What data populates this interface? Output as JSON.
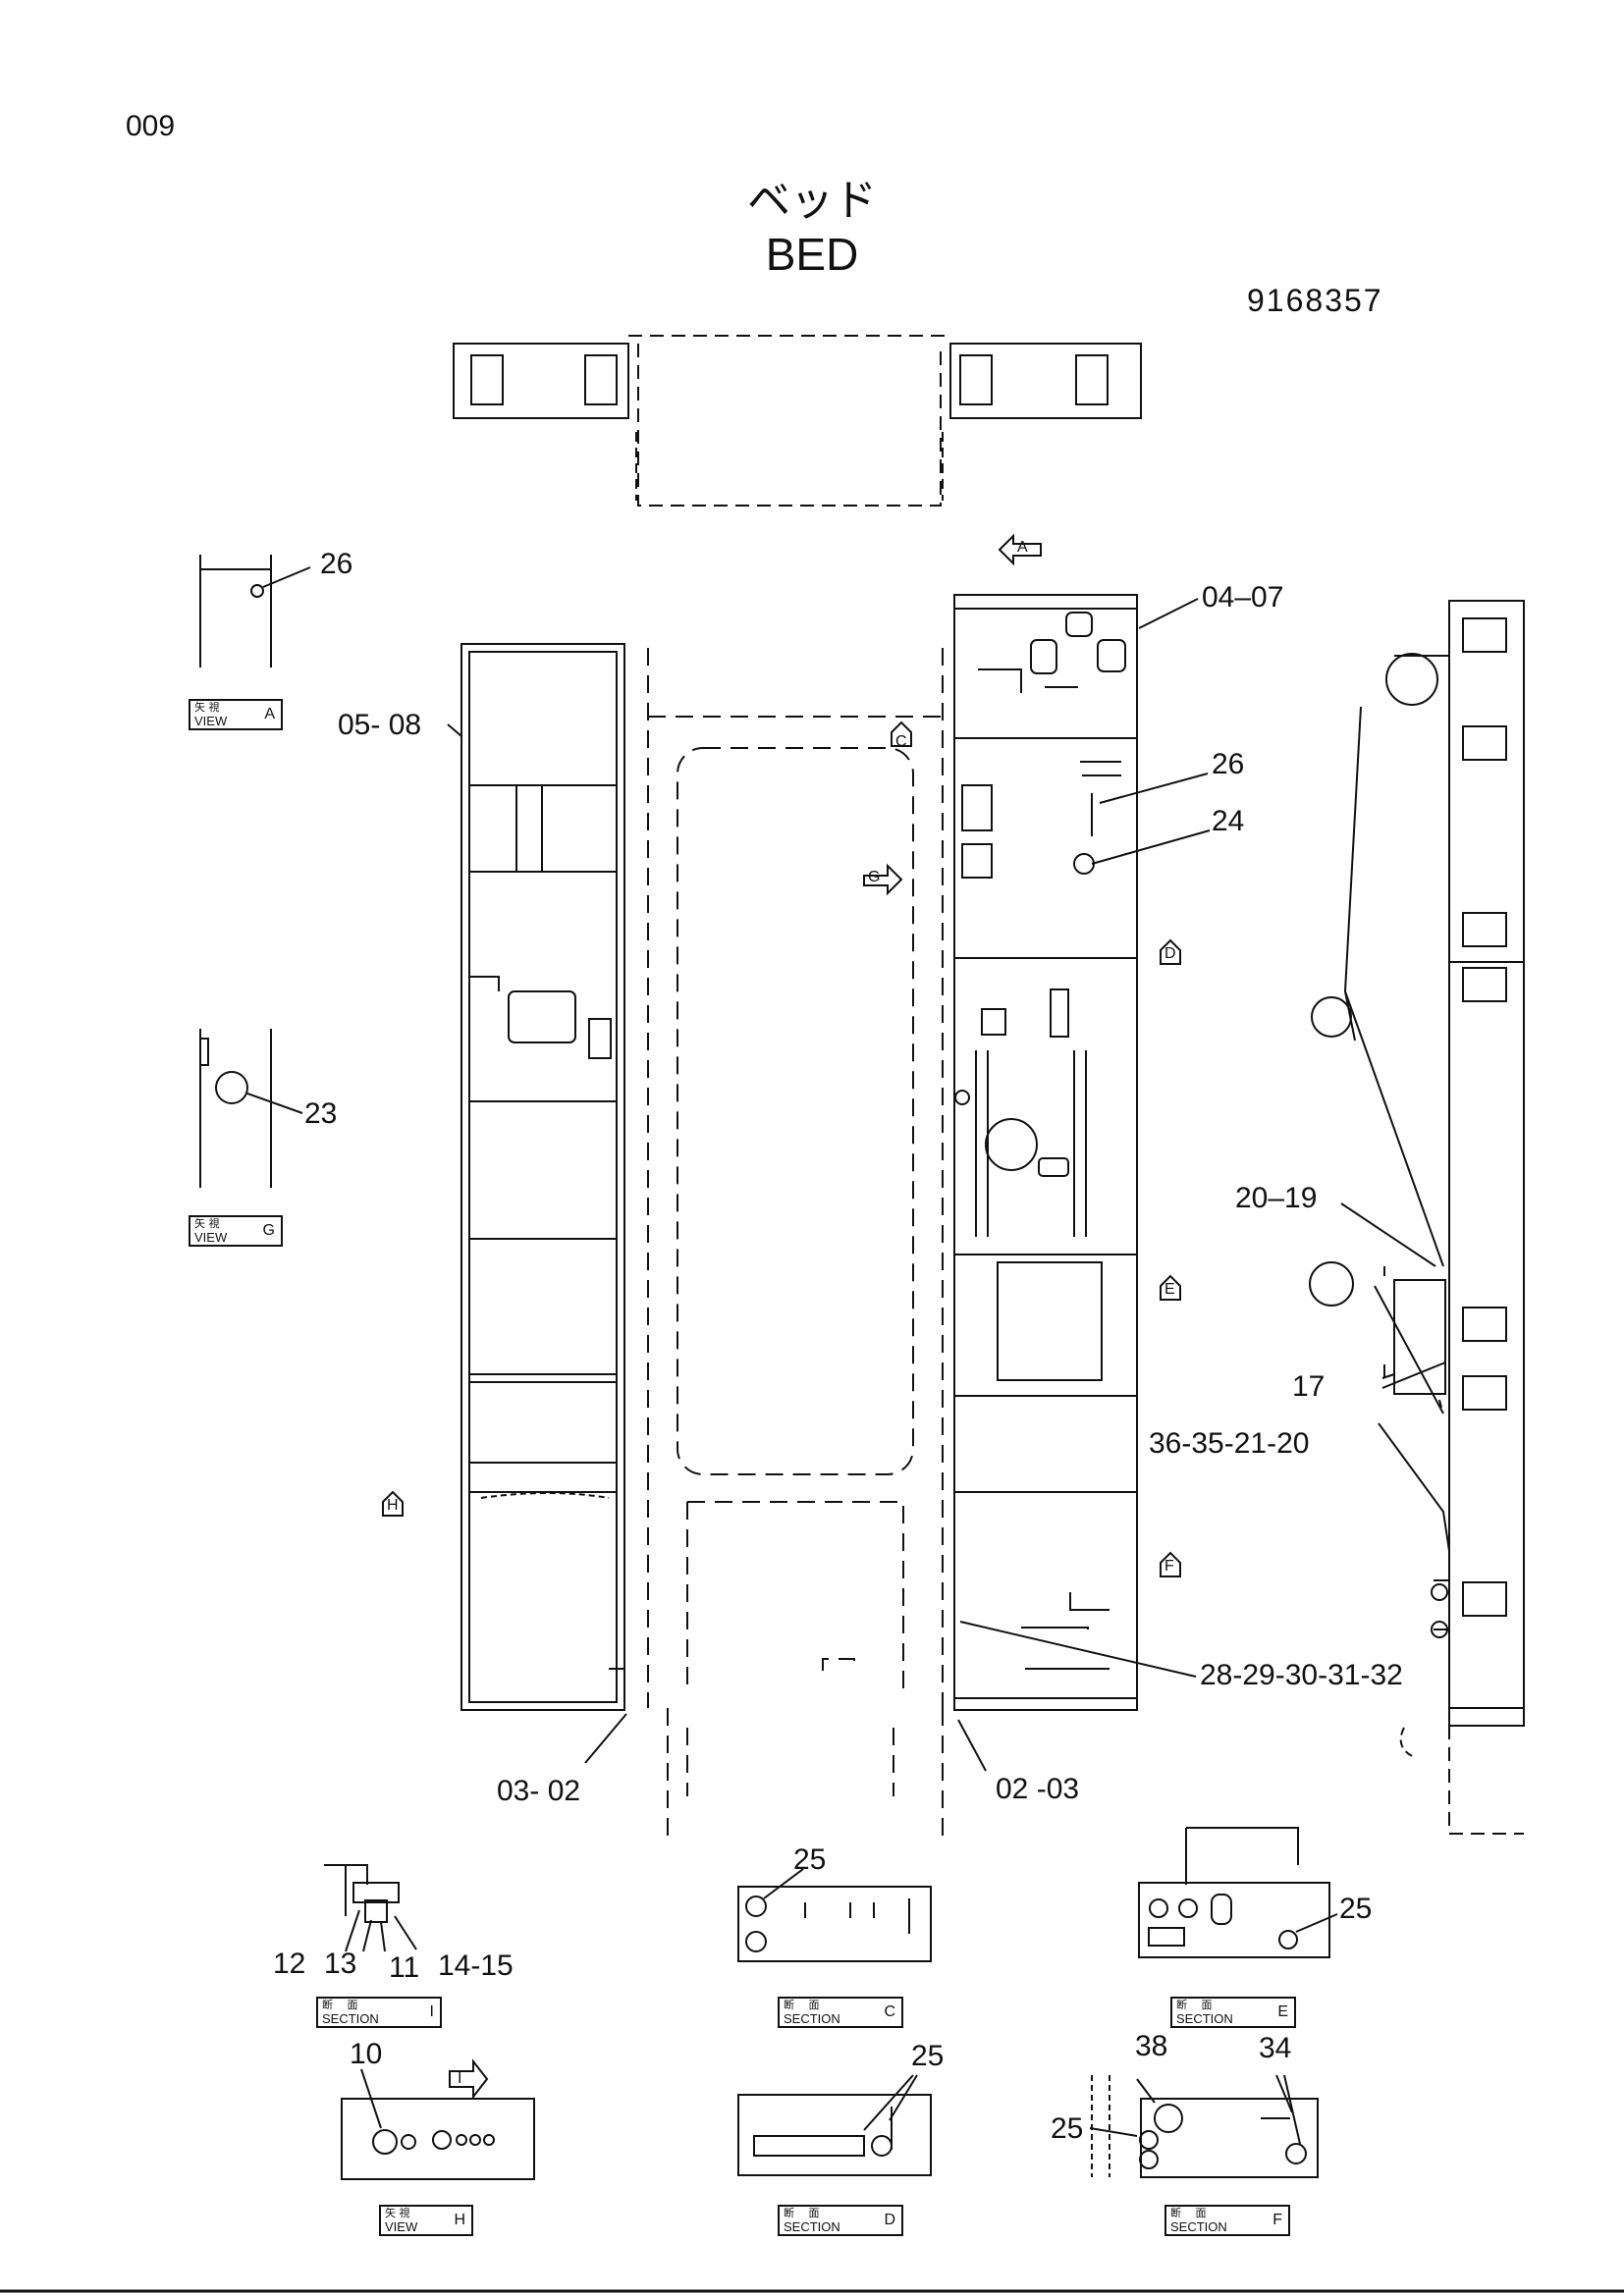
{
  "header": {
    "page_code": "009",
    "title_jp": "ベッド",
    "title_en": "BED",
    "drawing_number": "9168357"
  },
  "callouts": {
    "c26_view_a": "26",
    "c23": "23",
    "c05_08": "05- 08",
    "c04_07": "04–07",
    "c26_main": "26",
    "c24": "24",
    "c20_19": "20–19",
    "c17": "17",
    "c36_35_21_20": "36-35-21-20",
    "c28_32": "28-29-30-31-32",
    "c03_02": "03- 02",
    "c02_03": "02 -03",
    "c25_c": "25",
    "c25_e": "25",
    "c12": "12",
    "c13": "13",
    "c11": "11",
    "c14_15": "14-15",
    "c10": "10",
    "c25_d": "25",
    "c38": "38",
    "c34": "34",
    "c25_f": "25"
  },
  "view_markers": {
    "a": "A",
    "c": "C",
    "g": "G",
    "d": "D",
    "e": "E",
    "h": "H",
    "f": "F",
    "i": "I"
  },
  "view_tags": {
    "view_a": {
      "jp": "矢 視",
      "en": "VIEW",
      "letter": "A"
    },
    "view_g": {
      "jp": "矢 視",
      "en": "VIEW",
      "letter": "G"
    },
    "section_i": {
      "jp": "断　 面",
      "en": "SECTION",
      "letter": "I"
    },
    "section_c": {
      "jp": "断　 面",
      "en": "SECTION",
      "letter": "C"
    },
    "section_e": {
      "jp": "断　 面",
      "en": "SECTION",
      "letter": "E"
    },
    "view_h": {
      "jp": "矢 視",
      "en": "VIEW",
      "letter": "H"
    },
    "section_d": {
      "jp": "断　 面",
      "en": "SECTION",
      "letter": "D"
    },
    "section_f": {
      "jp": "断　 面",
      "en": "SECTION",
      "letter": "F"
    }
  }
}
